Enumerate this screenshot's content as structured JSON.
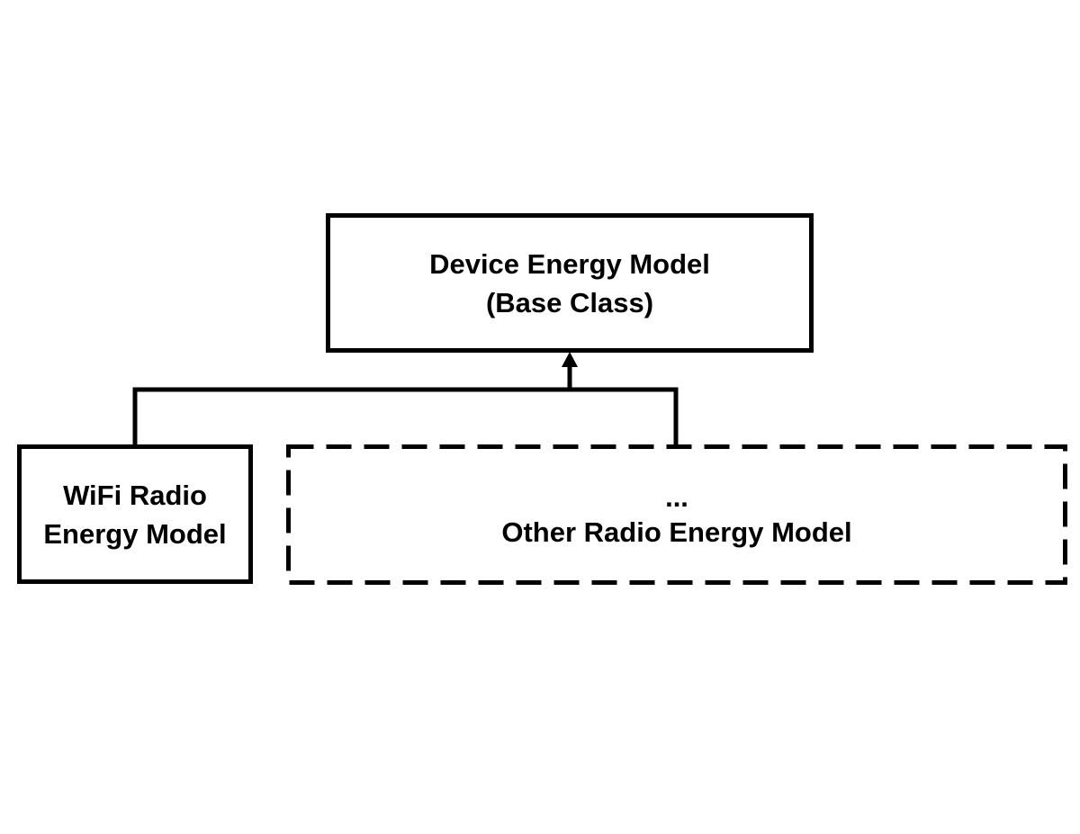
{
  "nodes": {
    "base": {
      "line1": "Device Energy Model",
      "line2": "(Base Class)"
    },
    "wifi": {
      "line1": "WiFi Radio",
      "line2": "Energy Model"
    },
    "other": {
      "line1": "...",
      "line2": "Other Radio Energy Model"
    }
  },
  "edges": [
    {
      "from": "wifi",
      "to": "base",
      "type": "inheritance"
    },
    {
      "from": "other",
      "to": "base",
      "type": "inheritance"
    }
  ],
  "styles": {
    "stroke": "#000000",
    "background": "#ffffff",
    "other_box_border": "dashed"
  }
}
